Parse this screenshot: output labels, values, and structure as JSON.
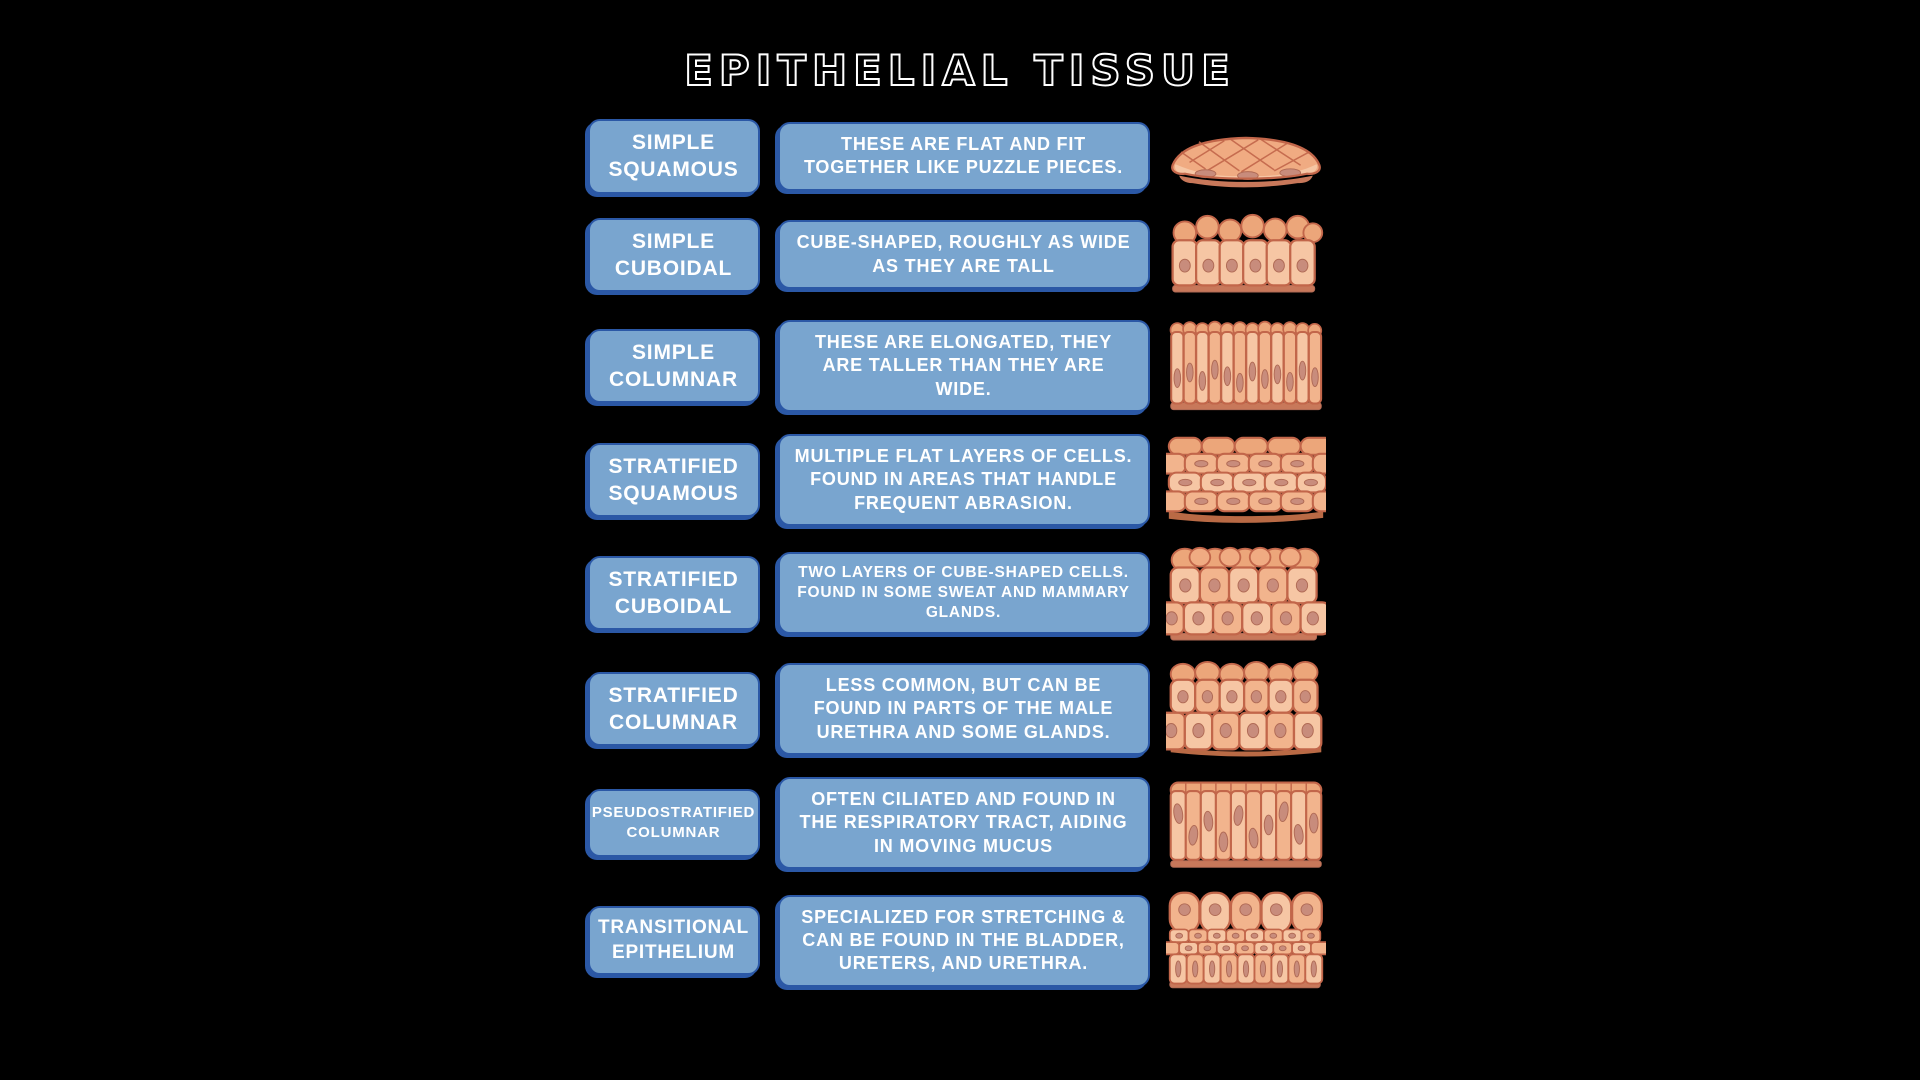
{
  "page": {
    "title": "EPITHELIAL TISSUE"
  },
  "colors": {
    "background": "#000000",
    "box_fill": "#79a5cf",
    "box_border": "#2b58a6",
    "box_text": "#ffffff",
    "cell_fill_light": "#f6c6a4",
    "cell_fill_mid": "#f2b48d",
    "cell_fill_dark": "#eca67a",
    "cell_outline": "#c2664a",
    "nucleus_fill": "#c88c7c",
    "base_strip": "#c8785a"
  },
  "rows": [
    {
      "label": "SIMPLE SQUAMOUS",
      "description": "THESE ARE FLAT AND FIT TOGETHER LIKE PUZZLE PIECES.",
      "illustration": "simple-squamous-cells-icon"
    },
    {
      "label": "SIMPLE CUBOIDAL",
      "description": "CUBE-SHAPED, ROUGHLY AS WIDE AS THEY ARE TALL",
      "illustration": "simple-cuboidal-cells-icon"
    },
    {
      "label": "SIMPLE COLUMNAR",
      "description": "THESE ARE ELONGATED, THEY ARE TALLER THAN THEY ARE WIDE.",
      "illustration": "simple-columnar-cells-icon"
    },
    {
      "label": "STRATIFIED SQUAMOUS",
      "description": "MULTIPLE FLAT LAYERS OF CELLS. FOUND IN AREAS THAT HANDLE FREQUENT ABRASION.",
      "illustration": "stratified-squamous-cells-icon"
    },
    {
      "label": "STRATIFIED CUBOIDAL",
      "description": "TWO LAYERS OF CUBE-SHAPED CELLS. FOUND IN SOME SWEAT AND MAMMARY GLANDS.",
      "illustration": "stratified-cuboidal-cells-icon"
    },
    {
      "label": "STRATIFIED COLUMNAR",
      "description": "LESS COMMON, BUT CAN BE FOUND IN PARTS OF THE MALE URETHRA AND SOME GLANDS.",
      "illustration": "stratified-columnar-cells-icon"
    },
    {
      "label": "PSEUDOSTRATIFIED COLUMNAR",
      "description": "OFTEN CILIATED AND FOUND IN THE RESPIRATORY TRACT, AIDING IN MOVING MUCUS",
      "illustration": "pseudostratified-columnar-cells-icon"
    },
    {
      "label": "TRANSITIONAL EPITHELIUM",
      "description": "SPECIALIZED FOR STRETCHING & CAN BE FOUND IN THE BLADDER, URETERS, AND URETHRA.",
      "illustration": "transitional-epithelium-cells-icon"
    }
  ]
}
